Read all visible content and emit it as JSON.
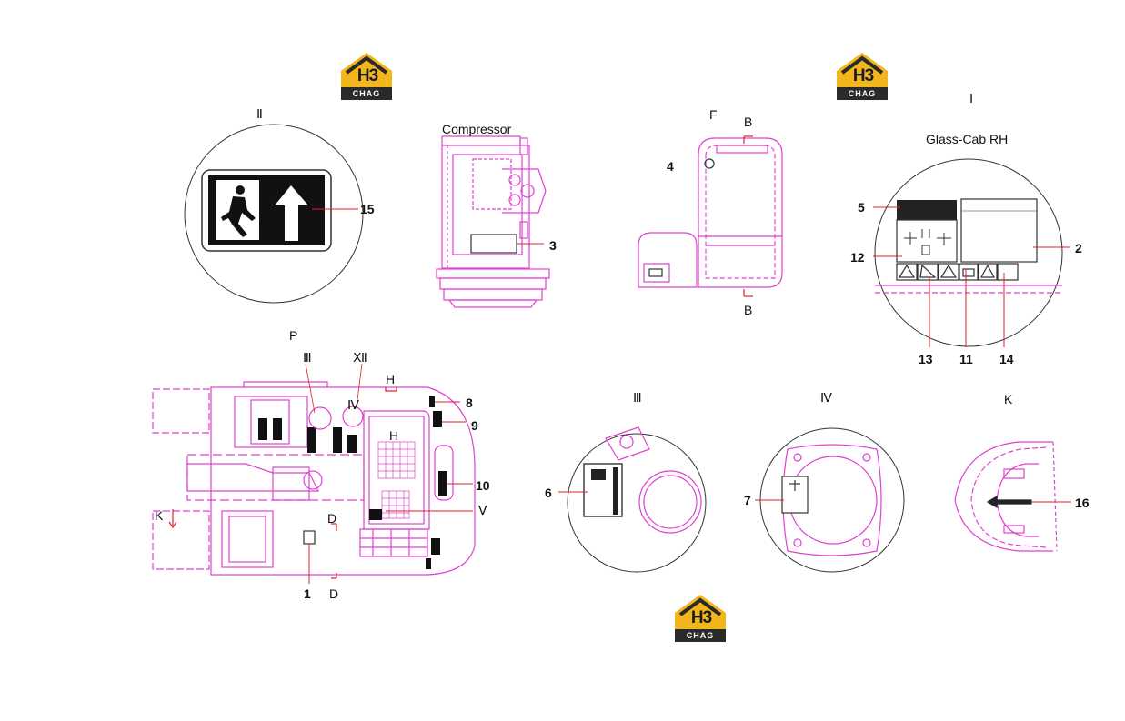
{
  "logos": [
    {
      "top": "H3",
      "bottom": "CHAG"
    },
    {
      "top": "H3",
      "bottom": "CHAG"
    },
    {
      "top": "H3",
      "bottom": "CHAG"
    }
  ],
  "view_titles": {
    "roman_II": "Ⅱ",
    "compressor": "Compressor",
    "F": "F",
    "B_top": "B",
    "B_bottom": "B",
    "roman_I": "Ⅰ",
    "glass_cab": "Glass-Cab RH",
    "P": "P",
    "roman_III_a": "Ⅲ",
    "roman_XII": "Ⅻ",
    "roman_IV_a": "Ⅳ",
    "H_top": "H",
    "H_inner": "H",
    "V": "Ⅴ",
    "K_arrow": "K",
    "D_top": "D",
    "D_bottom": "D",
    "roman_III_b": "Ⅲ",
    "roman_IV_b": "Ⅳ",
    "K_view": "K"
  },
  "callouts": {
    "n1": "1",
    "n2": "2",
    "n3": "3",
    "n4": "4",
    "n5": "5",
    "n6": "6",
    "n7": "7",
    "n8": "8",
    "n9": "9",
    "n10": "10",
    "n11": "11",
    "n12": "12",
    "n13": "13",
    "n14": "14",
    "n15": "15",
    "n16": "16"
  },
  "colors": {
    "outline": "#e040d0",
    "ink": "#111111",
    "leader": "#e0202a",
    "logo_yellow": "#f2b51c",
    "logo_dark": "#2a2a2a"
  }
}
